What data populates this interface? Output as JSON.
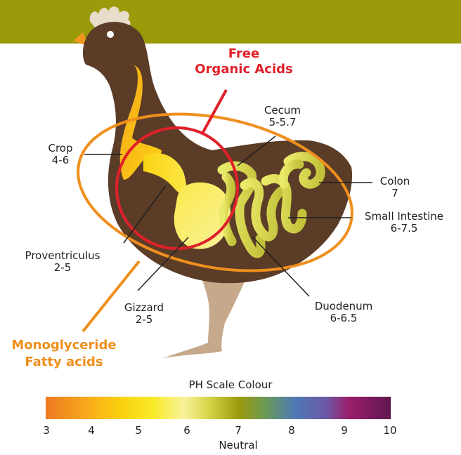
{
  "annotations": {
    "free_organic_acids": [
      "Free",
      "Organic Acids"
    ],
    "monoglyceride": [
      "Monoglyceride",
      "Fatty acids"
    ]
  },
  "organs": {
    "crop": {
      "name": "Crop",
      "ph": "4-6"
    },
    "cecum": {
      "name": "Cecum",
      "ph": "5-5.7"
    },
    "colon": {
      "name": "Colon",
      "ph": "7"
    },
    "small_intestine": {
      "name": "Small Intestine",
      "ph": "6-7.5"
    },
    "proventriculus": {
      "name": "Proventriculus",
      "ph": "2-5"
    },
    "gizzard": {
      "name": "Gizzard",
      "ph": "2-5"
    },
    "duodenum": {
      "name": "Duodenum",
      "ph": "6-6.5"
    }
  },
  "scale": {
    "title": "PH Scale Colour",
    "ticks": [
      "3",
      "4",
      "5",
      "6",
      "7",
      "8",
      "9",
      "10"
    ],
    "neutral_label": "Neutral",
    "colors": {
      "acid": "#ee7a22",
      "yellow": "#faea28",
      "neutral": "#9a9a0b",
      "blue": "#4d7ab5",
      "alkaline": "#60174f"
    }
  },
  "colors": {
    "band": "#9a9a0b",
    "hen_body": "#5a3c27",
    "hen_legs": "#c5a98a",
    "comb": "#e8dccb",
    "beak": "#f0961e",
    "red_circle": "#e0202a",
    "orange_ellipse": "#ef8f1d"
  }
}
